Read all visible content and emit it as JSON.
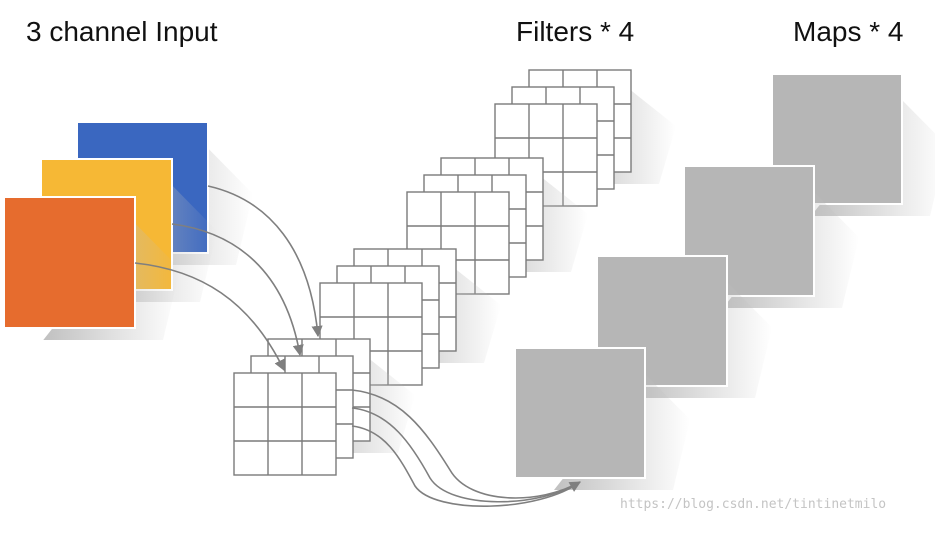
{
  "labels": {
    "input_title": "3 channel Input",
    "filters_title": "Filters * 4",
    "maps_title": "Maps * 4"
  },
  "watermark": "https://blog.csdn.net/tintinetmilo",
  "input_channels": [
    {
      "name": "blue",
      "color": "#3A67C0"
    },
    {
      "name": "yellow",
      "color": "#F6B835"
    },
    {
      "name": "orange",
      "color": "#E66C2E"
    }
  ],
  "filters": {
    "count": 4,
    "layers_per_filter": 3,
    "grid": [
      3,
      3
    ]
  },
  "maps": {
    "count": 4,
    "color": "#B6B6B6"
  },
  "colors": {
    "background": "#FFFFFF",
    "grid_line": "#7A7A7A",
    "arrow": "#7F7F7F",
    "shadow": "#BFBFBF"
  }
}
